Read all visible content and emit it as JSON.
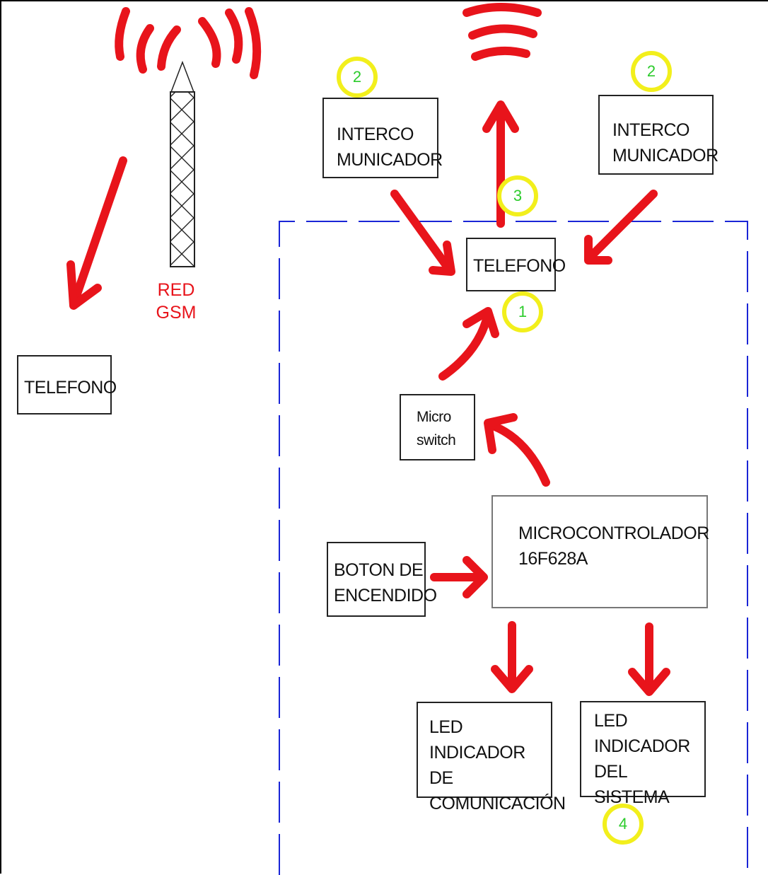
{
  "colors": {
    "arrow": "#e8141b",
    "badge_ring": "#f2ef1c",
    "badge_number": "#2ccb2c",
    "boundary": "#1a25d6",
    "network_label": "#e8141b"
  },
  "tower": {
    "label_line1": "RED",
    "label_line2": "GSM"
  },
  "boxes": {
    "telefono_external": "TELEFONO",
    "intercom_left": {
      "line1": "INTERCO",
      "line2": "MUNICADOR"
    },
    "intercom_right": {
      "line1": "INTERCO",
      "line2": "MUNICADOR"
    },
    "telefono_main": "TELEFONO",
    "micro_switch": {
      "line1": "Micro",
      "line2": "switch"
    },
    "microcontroller": {
      "line1": "MICROCONTROLADOR",
      "line2": "16F628A"
    },
    "power_button": {
      "line1": "BOTON DE",
      "line2": "ENCENDIDO"
    },
    "led_comm": {
      "line1": "LED INDICADOR",
      "line2": "DE",
      "line3": "COMUNICACIÓN"
    },
    "led_system": {
      "line1": "LED",
      "line2": "INDICADOR",
      "line3": "DEL SISTEMA"
    }
  },
  "badges": {
    "intercom_left": "2",
    "intercom_right": "2",
    "uplink": "3",
    "telefono": "1",
    "led_system": "4"
  }
}
